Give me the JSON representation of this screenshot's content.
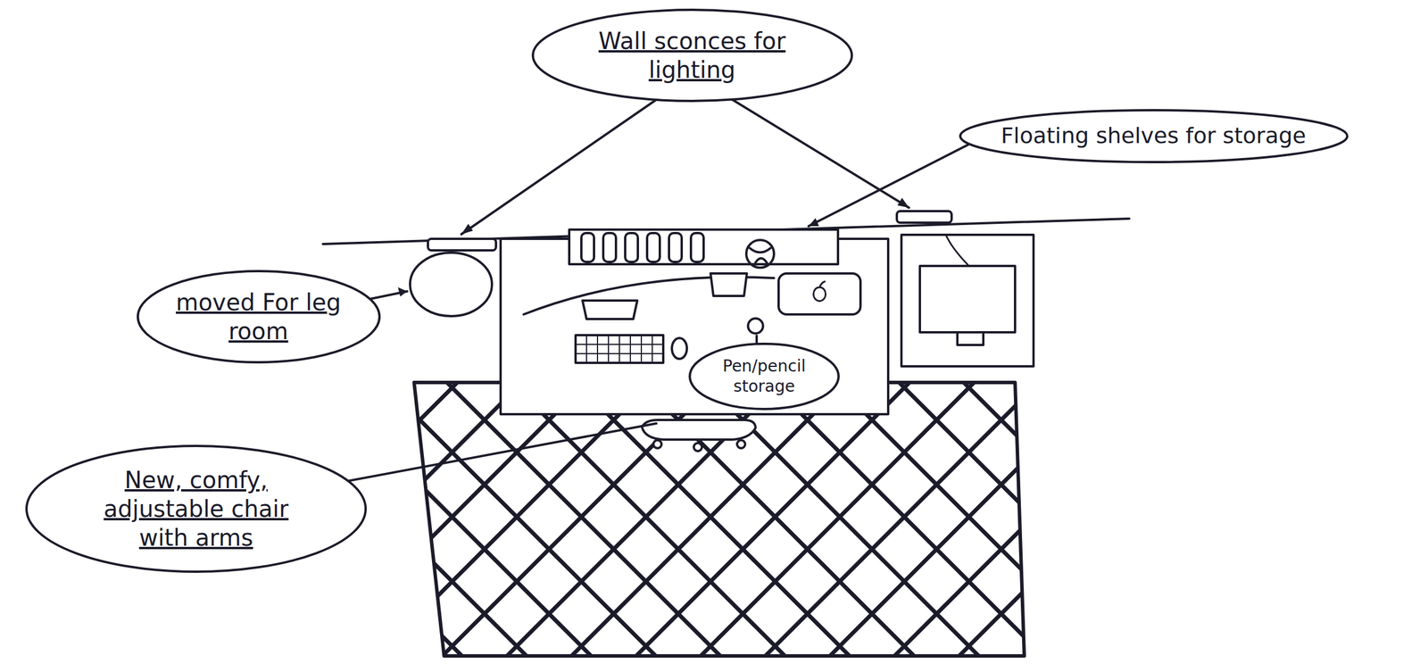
{
  "diagram": {
    "nodes": [
      {
        "text": [
          "Wall sconces for lighting"
        ]
      },
      {
        "text": [
          "Floating shelves for storage"
        ]
      },
      {
        "text": [
          "moved For leg room"
        ]
      },
      {
        "text": [
          "Pen/pencil storage"
        ]
      },
      {
        "text": [
          "New, comfy, adjustable chair with arms"
        ]
      }
    ]
  }
}
